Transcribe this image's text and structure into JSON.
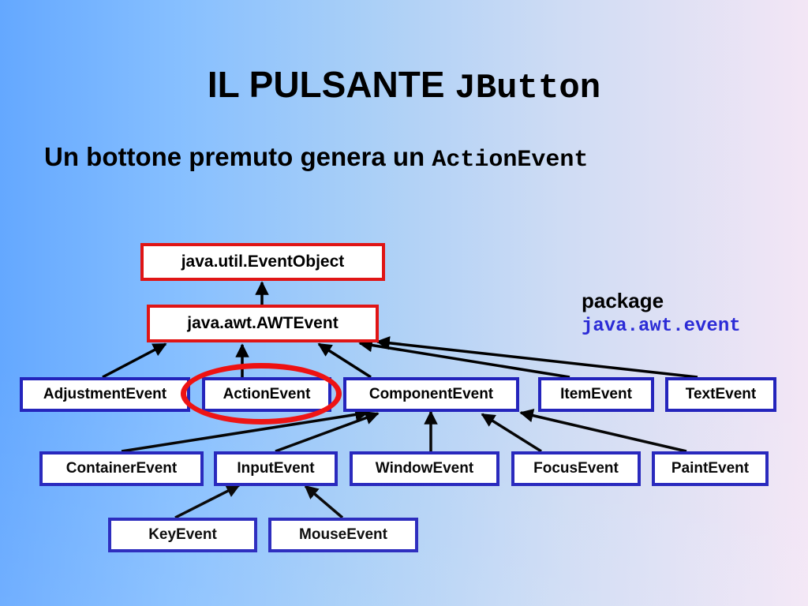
{
  "title": {
    "text": "IL PULSANTE ",
    "code": "JButton"
  },
  "subtitle": {
    "text": "Un bottone premuto genera un ",
    "code": "ActionEvent"
  },
  "package": {
    "label": "package",
    "name": "java.awt.event"
  },
  "classes": {
    "event_object": "java.util.EventObject",
    "awt_event": "java.awt.AWTEvent",
    "adjustment_event": "AdjustmentEvent",
    "action_event": "ActionEvent",
    "component_event": "ComponentEvent",
    "item_event": "ItemEvent",
    "text_event": "TextEvent",
    "container_event": "ContainerEvent",
    "input_event": "InputEvent",
    "window_event": "WindowEvent",
    "focus_event": "FocusEvent",
    "paint_event": "PaintEvent",
    "key_event": "KeyEvent",
    "mouse_event": "MouseEvent"
  },
  "colors": {
    "box_border": "#2222bb",
    "root_border": "#e01515",
    "highlight": "#ee1111"
  }
}
